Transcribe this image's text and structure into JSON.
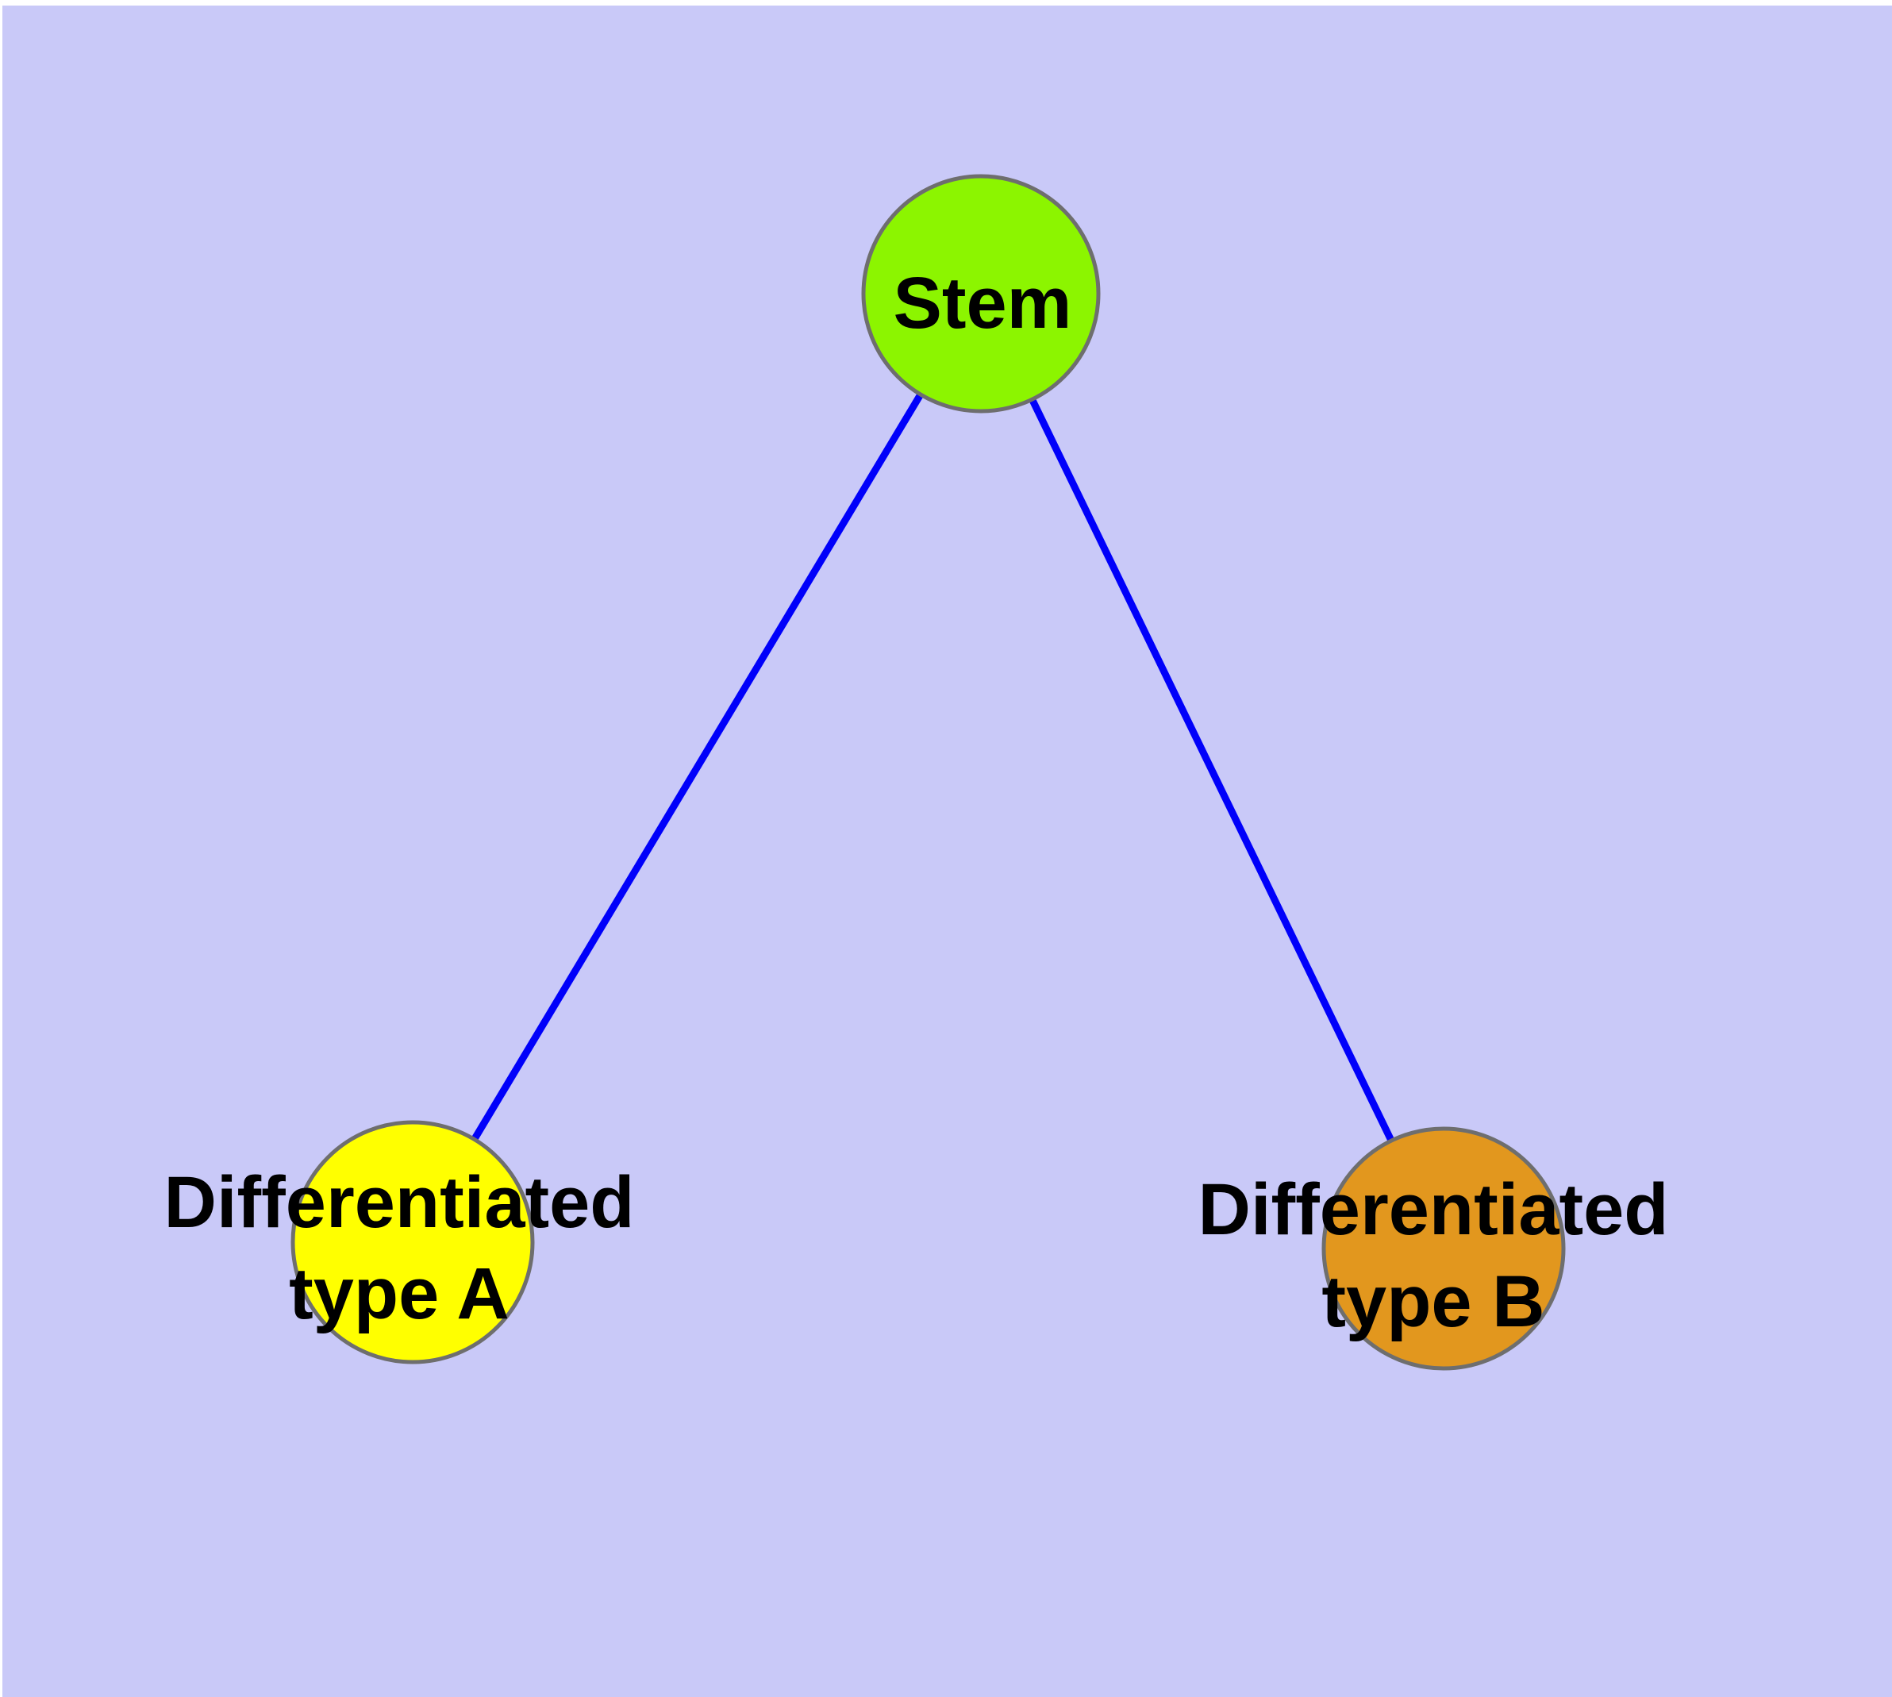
{
  "diagram": {
    "type": "node-link-graph",
    "background_color": "#C9C9F8",
    "edge_color": "#0000FA",
    "node_border_color": "#6E6E6E",
    "label_color": "#000000",
    "nodes": [
      {
        "id": "stem",
        "label": "Stem",
        "lines": [
          "Stem"
        ],
        "fill_color": "#8CF500"
      },
      {
        "id": "differentiated-type-a",
        "label": "Differentiated type A",
        "lines": [
          "Differentiated",
          "type A"
        ],
        "fill_color": "#FFFF00"
      },
      {
        "id": "differentiated-type-b",
        "label": "Differentiated type B",
        "lines": [
          "Differentiated",
          "type B"
        ],
        "fill_color": "#E2971E"
      }
    ],
    "edges": [
      {
        "from": "Stem",
        "to": "Differentiated type A"
      },
      {
        "from": "Stem",
        "to": "Differentiated type B"
      }
    ]
  }
}
